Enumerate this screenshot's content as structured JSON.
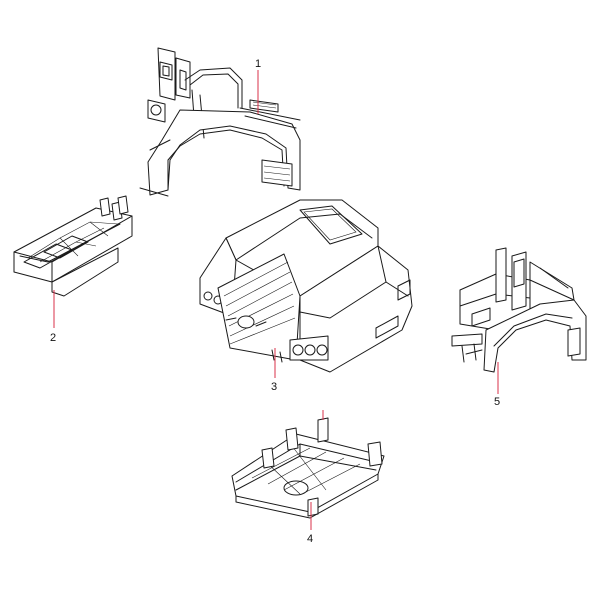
{
  "callouts": [
    {
      "id": "1",
      "label": "1"
    },
    {
      "id": "2",
      "label": "2"
    },
    {
      "id": "3",
      "label": "3"
    },
    {
      "id": "4",
      "label": "4"
    },
    {
      "id": "5",
      "label": "5"
    }
  ],
  "colors": {
    "line": "#1a1a1a",
    "leader": "#d9304a",
    "background": "#ffffff"
  }
}
